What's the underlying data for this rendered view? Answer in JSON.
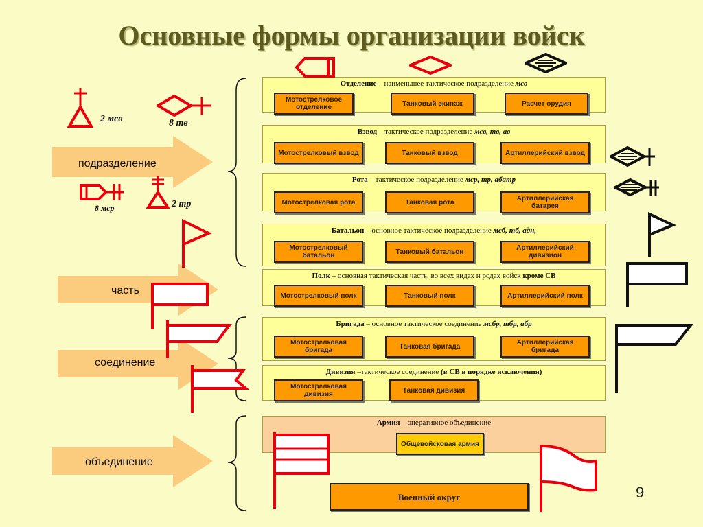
{
  "title": "Основные формы организации войск",
  "page_number": "9",
  "arrows": {
    "podrazdelenie": "подразделение",
    "chast": "часть",
    "soedinenie": "соединение",
    "obedinenie": "объединение"
  },
  "symbol_labels": {
    "msv2": "2 мсв",
    "tv8": "8 тв",
    "msr8": "8 мср",
    "tr2": "2 тр"
  },
  "levels": {
    "otdelenie": {
      "name": "Отделение",
      "desc": " – наименьшее тактическое подразделение ",
      "abbr": "мсо",
      "boxes": [
        "Мотострелковое отделение",
        "Танковый экипаж",
        "Расчет орудия"
      ]
    },
    "vzvod": {
      "name": "Взвод",
      "desc": " – тактическое подразделение ",
      "abbr": "мсв, тв, ав",
      "boxes": [
        "Мотострелковый взвод",
        "Танковый взвод",
        "Артиллерийский взвод"
      ]
    },
    "rota": {
      "name": "Рота",
      "desc": " – тактическое подразделение ",
      "abbr": "мср, тр, абатр",
      "boxes": [
        "Мотострелковая рота",
        "Танковая рота",
        "Артиллерийская батарея"
      ]
    },
    "batalon": {
      "name": "Батальон",
      "desc": " – основное тактическое подразделение ",
      "abbr": "мсб, тб, адн,",
      "boxes": [
        "Мотострелковый батальон",
        "Танковый батальон",
        "Артиллерийский дивизион"
      ]
    },
    "polk": {
      "name": "Полк",
      "desc": " – основная тактическая часть, во всех видах и родах войск ",
      "abbr": "кроме СВ",
      "boxes": [
        "Мотострелковый полк",
        "Танковый полк",
        "Артиллерийский полк"
      ]
    },
    "brigada": {
      "name": "Бригада",
      "desc": " – основное тактическое соединение ",
      "abbr": "мсбр, тбр, абр",
      "boxes": [
        "Мотострелковая бригада",
        "Танковая бригада",
        "Артиллерийская бригада"
      ]
    },
    "diviziya": {
      "name": "Дивизия",
      "desc": " –тактическое соединение ",
      "abbr": "(в СВ в порядке исключения)",
      "boxes": [
        "Мотострелковая дивизия",
        "Танковая дивизия"
      ]
    },
    "armiya": {
      "name": "Армия",
      "desc": " – оперативное объединение",
      "abbr": "",
      "boxes": [
        "Общевойсковая армия"
      ]
    }
  },
  "voenny_okrug": "Военный округ",
  "colors": {
    "background": "#fbfbc6",
    "arrow": "#fbcb7e",
    "box": "#ff9900",
    "level": "#ffff99",
    "army": "#fbd09c",
    "symbol_red": "#e8000f"
  }
}
